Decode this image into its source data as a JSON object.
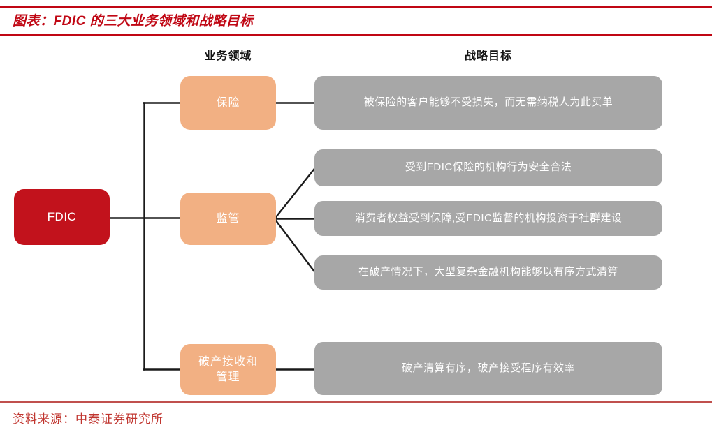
{
  "figure": {
    "title": "图表：FDIC 的三大业务领域和战略目标",
    "source": "资料来源：中泰证券研究所"
  },
  "columns": {
    "business_label": "业务领域",
    "strategy_label": "战略目标"
  },
  "diagram": {
    "root": {
      "label": "FDIC"
    },
    "areas": [
      {
        "label": "保险"
      },
      {
        "label": "监管"
      },
      {
        "label": "破产接收和管理"
      }
    ],
    "goals": [
      {
        "text": "被保险的客户能够不受损失，而无需纳税人为此买单",
        "linked_area": "保险"
      },
      {
        "text": "受到FDIC保险的机构行为安全合法",
        "linked_area": "监管"
      },
      {
        "text": "消费者权益受到保障,受FDIC监督的机构投资于社群建设",
        "linked_area": "监管"
      },
      {
        "text": "在破产情况下，大型复杂金融机构能够以有序方式清算",
        "linked_area": "监管"
      },
      {
        "text": "破产清算有序，破产接受程序有效率",
        "linked_area": "破产接收和管理"
      }
    ]
  },
  "colors": {
    "accent_red": "#C00714",
    "root_fill": "#C2121C",
    "area_fill": "#F2B083",
    "goal_fill": "#A7A7A7",
    "connector": "#1A1A1A",
    "source_text": "#C0352F",
    "source_rule": "#C0504D"
  }
}
